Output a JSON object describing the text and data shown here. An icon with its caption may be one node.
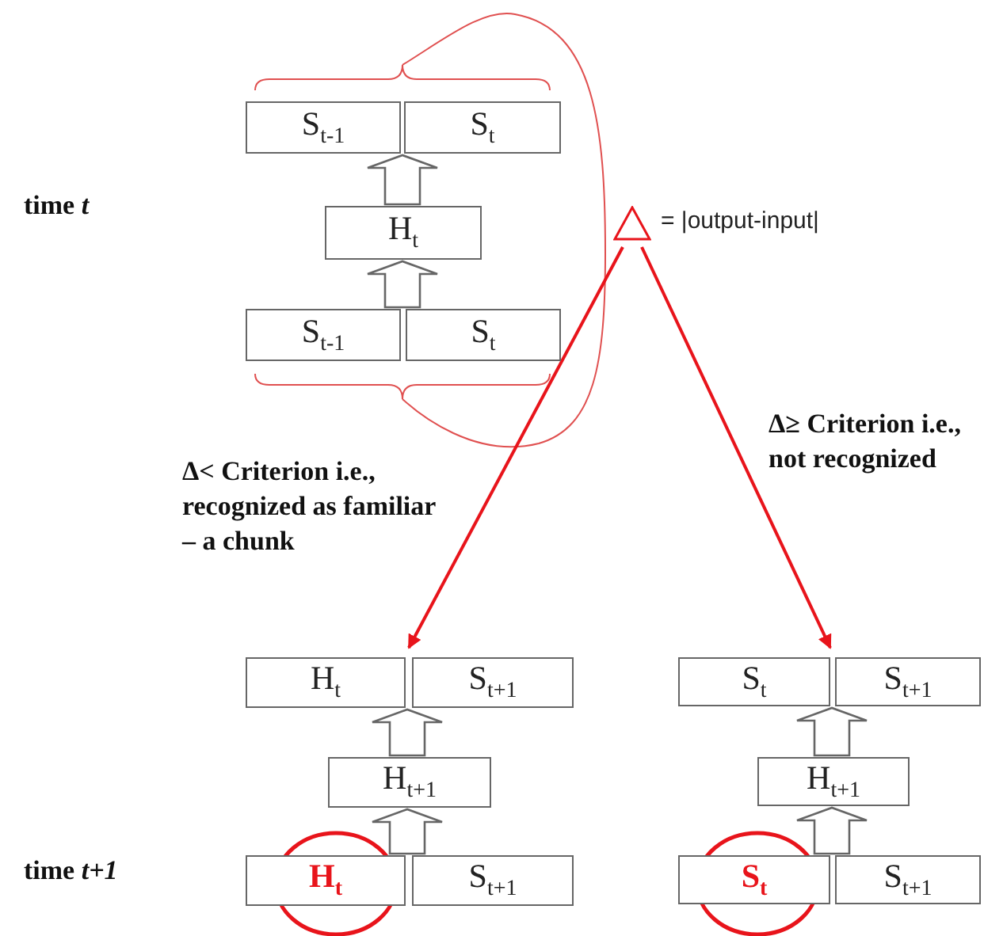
{
  "diagram": {
    "nodes": [
      {
        "text": [
          "S$_{t-1}$"
        ]
      },
      {
        "text": [
          "S$_{t}$"
        ]
      },
      {
        "text": [
          "H$_{t}$"
        ]
      },
      {
        "text": [
          "S$_{t-1}$"
        ]
      },
      {
        "text": [
          "S$_{t}$"
        ]
      },
      {
        "text": [],
        "shape": "triangle",
        "beside": [
          "= |output-input|"
        ]
      },
      {
        "text": [
          "H$_{t}$"
        ]
      },
      {
        "text": [
          "S$_{t+1}$"
        ]
      },
      {
        "text": [
          "H$_{t+1}$"
        ]
      },
      {
        "text": [
          "H$_{t}$"
        ]
      },
      {
        "text": [
          "S$_{t+1}$"
        ]
      },
      {
        "text": [
          "S$_{t}$"
        ]
      },
      {
        "text": [
          "S$_{t+1}$"
        ]
      },
      {
        "text": [
          "H$_{t+1}$"
        ]
      },
      {
        "text": [
          "S$_{t}$"
        ]
      },
      {
        "text": [
          "S$_{t+1}$"
        ]
      }
    ],
    "edges": [
      {
        "from": 2,
        "to": 0,
        "arrow": "to",
        "style": "thick"
      },
      {
        "from": 3,
        "to": 2,
        "arrow": "to",
        "style": "thick"
      },
      {
        "from": 5,
        "to": 6,
        "arrow": "to",
        "color": "#e8141b",
        "label": "Δ< Criterion i.e., recognized as familiar – a chunk"
      },
      {
        "from": 5,
        "to": 11,
        "arrow": "to",
        "color": "#e8141b",
        "label": "Δ≥ Criterion i.e., not recognized"
      },
      {
        "from": 8,
        "to": 6,
        "arrow": "to",
        "style": "thick"
      },
      {
        "from": 9,
        "to": 8,
        "arrow": "to",
        "style": "thick"
      },
      {
        "from": 13,
        "to": 11,
        "arrow": "to",
        "style": "thick"
      },
      {
        "from": 14,
        "to": 13,
        "arrow": "to",
        "style": "thick"
      }
    ],
    "labels": [
      "time *t*",
      "time *t+1*"
    ]
  }
}
